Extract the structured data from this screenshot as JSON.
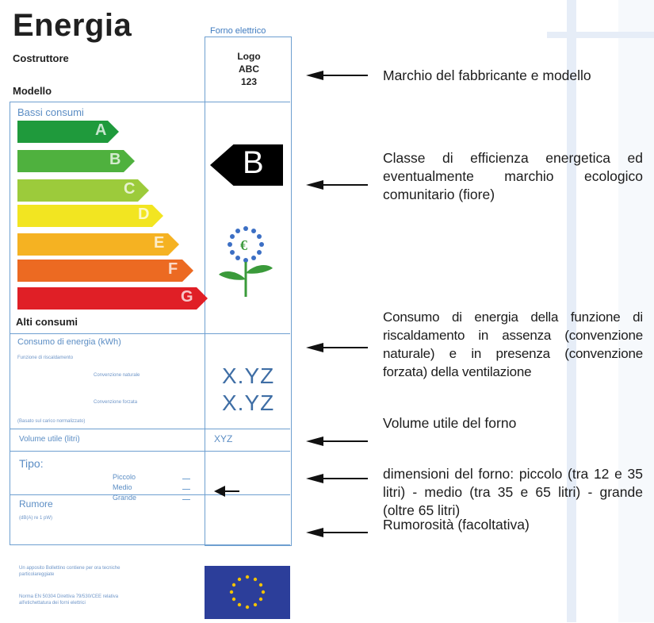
{
  "label": {
    "title": "Energia",
    "oven_type_header": "Forno elettrico",
    "maker_label": "Costruttore",
    "model_label": "Modello",
    "logo_lines": [
      "Logo",
      "ABC",
      "123"
    ],
    "low_consumption": "Bassi consumi",
    "high_consumption": "Alti consumi",
    "energy_class": "B",
    "scale": [
      {
        "letter": "A",
        "color": "#1f9a3c"
      },
      {
        "letter": "B",
        "color": "#4fb13e"
      },
      {
        "letter": "C",
        "color": "#9ccb3b"
      },
      {
        "letter": "D",
        "color": "#f2e521"
      },
      {
        "letter": "E",
        "color": "#f5b222"
      },
      {
        "letter": "F",
        "color": "#ec6a22"
      },
      {
        "letter": "G",
        "color": "#e01f26"
      }
    ],
    "energy_consumption": "Consumo di energia (kWh)",
    "heating_function": "Funzione di riscaldamento",
    "natural_convection": "Convenzione naturale",
    "forced_convection": "Convenzione forzata",
    "xyz_1": "X.YZ",
    "xyz_2": "X.YZ",
    "based_on": "(Basato sul carico normalizzato)",
    "volume_label": "Volume utile",
    "volume_unit": "(litri)",
    "volume_value": "XYZ",
    "type_label": "Tipo:",
    "sizes": [
      "Piccolo",
      "Medio",
      "Grande"
    ],
    "noise_label": "Rumore",
    "noise_unit": "(dB(A) re 1 pW)",
    "footer_1": "Un apposito Bollettino contiene per ora tecniche particolareggiate",
    "footer_2": "Norma EN 50304 Direttiva 79/530/CEE relativa all'etichettatura dei forni elettrici"
  },
  "descriptions": [
    "Marchio del fabbricante e modello",
    "Classe di efficienza energetica ed eventualmente marchio ecologico comunitario (fiore)",
    "Consumo di energia della funzione di riscaldamento in assenza (convenzione naturale) e in presenza (convenzione forzata) della ventilazione",
    "Volume utile del forno",
    "dimensioni del forno: piccolo (tra 12 e 35 litri) - medio (tra 35 e 65 litri) - grande (oltre 65 litri)",
    "Rumorosità (facoltativa)"
  ],
  "colors": {
    "label_blue": "#6e9fd0",
    "eu_flag": "#2c3e9a",
    "eu_stars": "#f2c200",
    "flower_blue": "#3c6fc4",
    "flower_green": "#3a9a3a"
  },
  "icons": [
    "arrow-left-icon",
    "eu-flower-icon",
    "eu-flag-icon",
    "size-pointer-icon"
  ]
}
